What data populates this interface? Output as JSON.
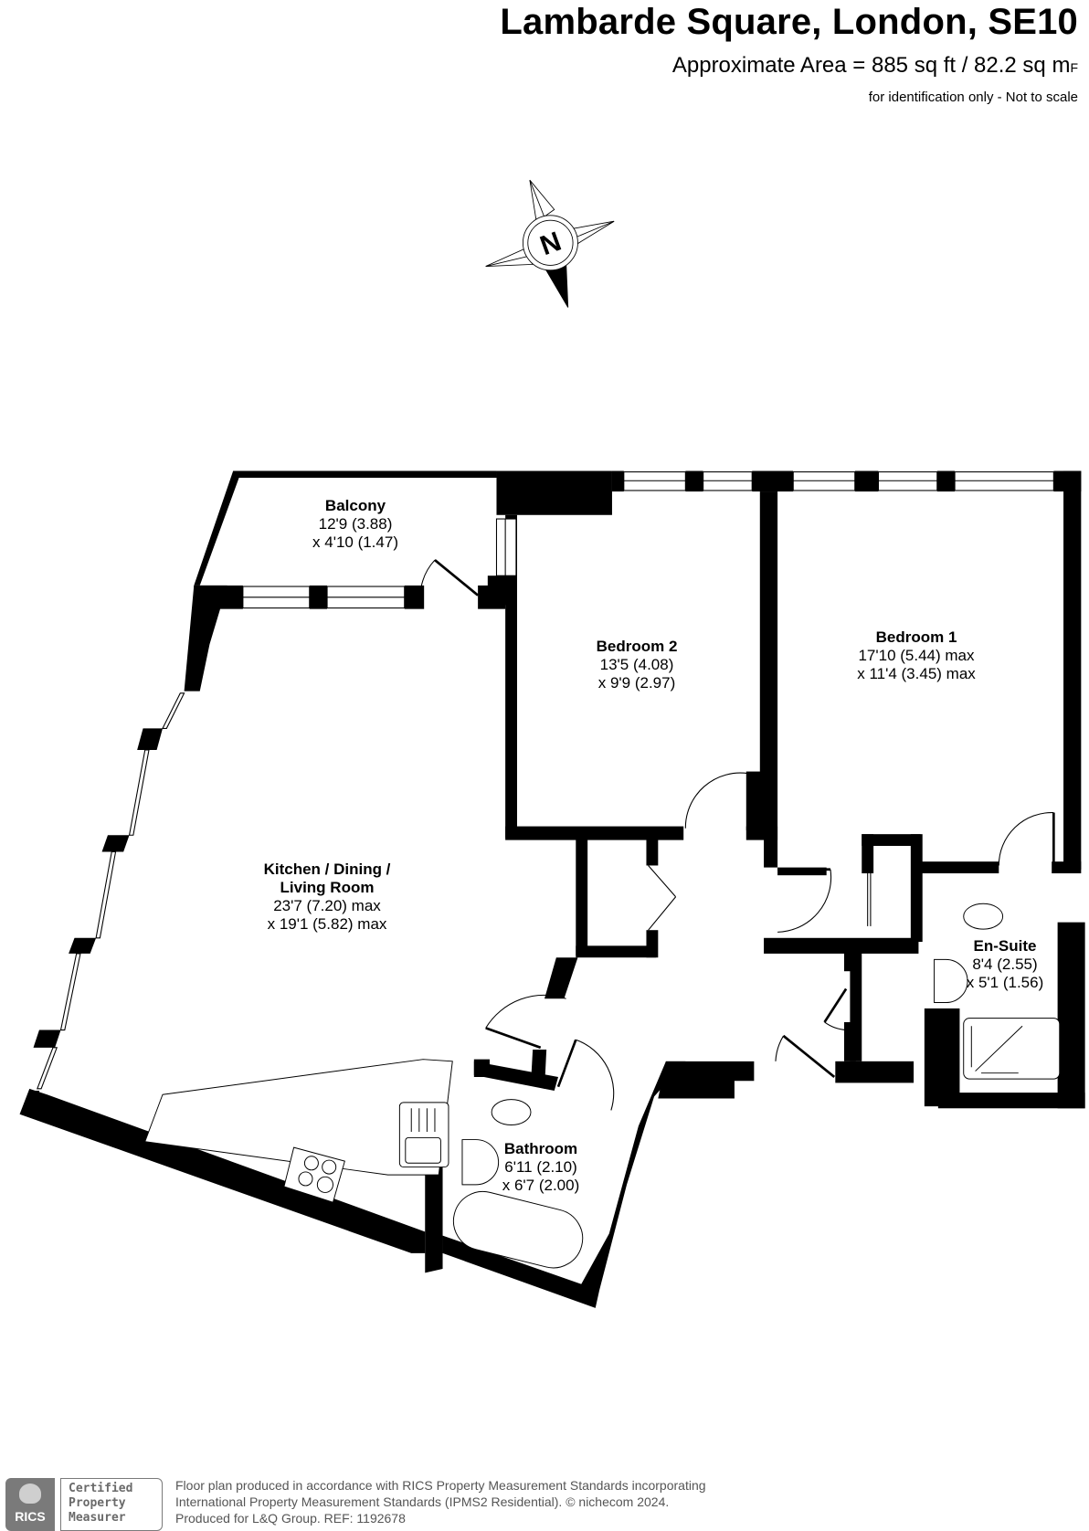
{
  "header": {
    "title": "Lambarde Square, London, SE10",
    "area": "Approximate Area = 885 sq ft / 82.2 sq m",
    "area_suffix": "F",
    "note": "for identification only - Not to scale"
  },
  "compass": {
    "label": "N",
    "icon": "compass-rose-icon"
  },
  "rooms": [
    {
      "name": "Balcony",
      "dim1": "12'9 (3.88)",
      "dim2": "x 4'10 (1.47)"
    },
    {
      "name": "Bedroom 2",
      "dim1": "13'5 (4.08)",
      "dim2": "x 9'9 (2.97)"
    },
    {
      "name": "Bedroom 1",
      "dim1": "17'10 (5.44) max",
      "dim2": "x 11'4 (3.45) max"
    },
    {
      "name": "Kitchen / Dining /",
      "name2": "Living Room",
      "dim1": "23'7 (7.20) max",
      "dim2": "x 19'1 (5.82) max"
    },
    {
      "name": "En-Suite",
      "dim1": "8'4 (2.55)",
      "dim2": "x 5'1 (1.56)"
    },
    {
      "name": "Bathroom",
      "dim1": "6'11 (2.10)",
      "dim2": "x 6'7 (2.00)"
    }
  ],
  "footer": {
    "badge": {
      "logo": "RICS",
      "line1": "Certified",
      "line2": "Property",
      "line3": "Measurer"
    },
    "line1": "Floor plan produced in accordance with RICS Property Measurement Standards incorporating",
    "line2": "International Property Measurement Standards (IPMS2 Residential).   © nichecom 2024.",
    "line3": "Produced for L&Q Group.   REF:  1192678"
  }
}
